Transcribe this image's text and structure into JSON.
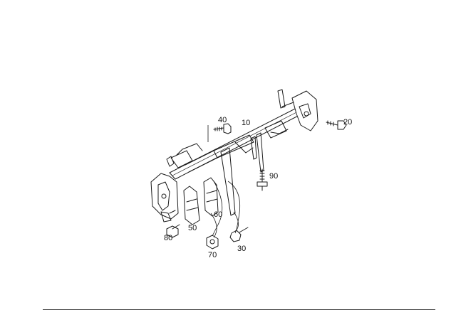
{
  "parts": [
    {
      "id": "p10",
      "number": "10"
    },
    {
      "id": "p20",
      "number": "20"
    },
    {
      "id": "p30",
      "number": "30"
    },
    {
      "id": "p40",
      "number": "40"
    },
    {
      "id": "p50",
      "number": "50"
    },
    {
      "id": "p60",
      "number": "60"
    },
    {
      "id": "p70",
      "number": "70"
    },
    {
      "id": "p80",
      "number": "80"
    },
    {
      "id": "p90",
      "number": "90"
    }
  ]
}
